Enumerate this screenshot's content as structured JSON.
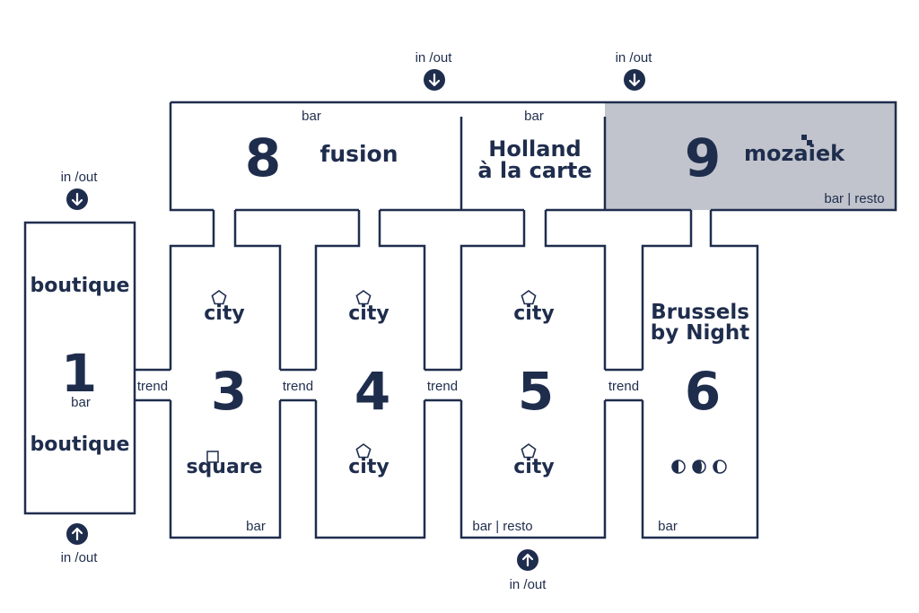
{
  "colors": {
    "ink": "#1f2d4d",
    "highlight_fill": "#c1c4cc",
    "background": "#ffffff"
  },
  "rooms": {
    "r1": {
      "number": "1",
      "label": "bar",
      "logo_top": "boutique",
      "logo_bottom": "boutique"
    },
    "r3": {
      "number": "3",
      "logo_top": "city",
      "logo_bottom": "square",
      "label": "bar"
    },
    "r4": {
      "number": "4",
      "logo_top": "city",
      "logo_bottom": "city"
    },
    "r5": {
      "number": "5",
      "logo_top": "city",
      "logo_bottom": "city",
      "label": "bar | resto"
    },
    "r6": {
      "number": "6",
      "logo_line1": "Brussels",
      "logo_line2": "by Night",
      "label": "bar"
    },
    "r8": {
      "number": "8",
      "label": "bar",
      "logo": "fusion"
    },
    "holland": {
      "label": "bar",
      "logo_line1": "Holland",
      "logo_line2": "à la carte"
    },
    "r9": {
      "number": "9",
      "logo": "mozaiek",
      "label": "bar | resto"
    }
  },
  "connectors": {
    "trend_1": "trend",
    "trend_2": "trend",
    "trend_3": "trend",
    "trend_4": "trend"
  },
  "entrances": {
    "top_left": {
      "label": "in /out",
      "icon": "arrow-down-circle-icon"
    },
    "top_right": {
      "label": "in /out",
      "icon": "arrow-down-circle-icon"
    },
    "left_top": {
      "label": "in /out",
      "icon": "arrow-down-circle-icon"
    },
    "left_bottom": {
      "label": "in /out",
      "icon": "arrow-up-circle-icon"
    },
    "bottom": {
      "label": "in /out",
      "icon": "arrow-up-circle-icon"
    }
  }
}
